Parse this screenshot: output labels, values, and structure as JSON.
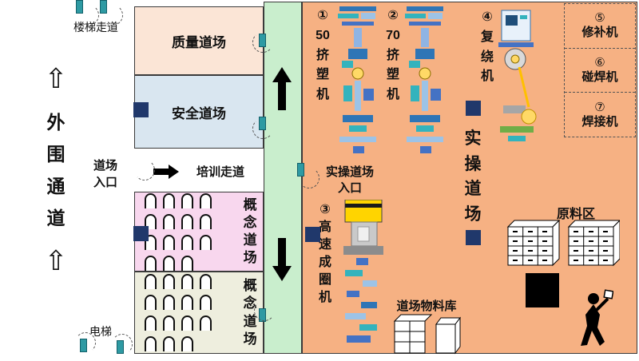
{
  "left_area": {
    "stair_corridor": "楼梯走道",
    "outer_corridor": "外\n围\n通\n道",
    "dojo_entrance": "道场\n入口",
    "elevator": "电梯"
  },
  "dojo_column": {
    "quality_label": "质量道场",
    "safety_label": "安全道场",
    "training_corridor_label": "培训走道",
    "concept1_label": "概念\n道场",
    "concept2_label": "概念\n道场"
  },
  "practical_area": {
    "title": "实\n操\n道\n场",
    "entrance_label": "实操道场\n入口",
    "machines": {
      "extruder50": "①\n50\n挤\n塑\n机",
      "extruder70": "②\n70\n挤\n塑\n机",
      "coiler": "③\n高\n速\n成\n圈\n机",
      "rewinder": "④\n复\n绕\n机",
      "repair_num": "⑤",
      "repair_name": "修补机",
      "spotweld_num": "⑥",
      "spotweld_name": "碰焊机",
      "weld_num": "⑦",
      "weld_name": "焊接机"
    },
    "material_store_label": "道场物料库",
    "raw_material_label": "原料区"
  },
  "icons": {
    "hollow_up_arrow": "⇧"
  },
  "colors": {
    "quality_bg": "#fbe5d6",
    "safety_bg": "#d9e6f0",
    "concept1_bg": "#f8d7ee",
    "concept2_bg": "#eeeede",
    "corridor_bg": "#c9eecd",
    "practical_bg": "#f6b183",
    "navy_marker": "#20386b",
    "teal_door": "#2e9aa3",
    "black_block": "#000000"
  }
}
